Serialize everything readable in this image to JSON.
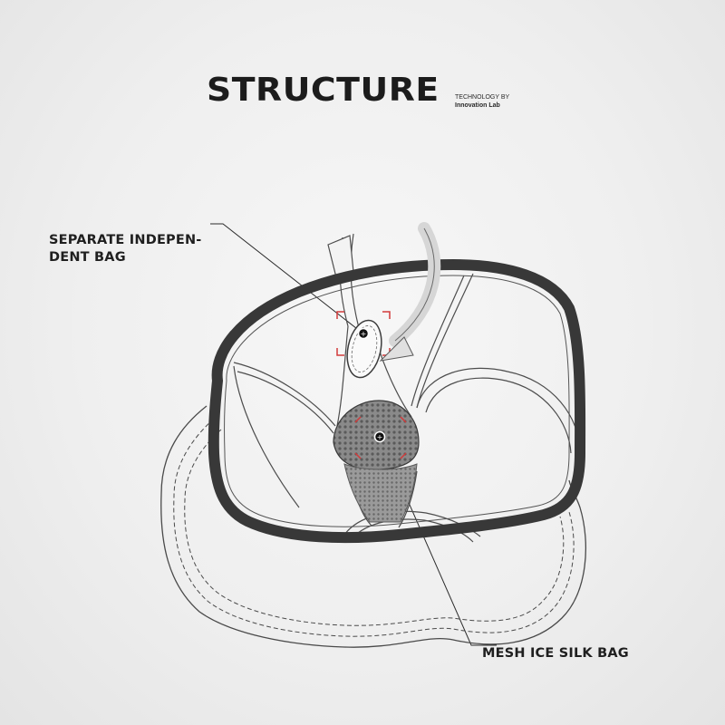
{
  "header": {
    "title": "STRUCTURE",
    "tech_line1": "TECHNOLOGY BY",
    "tech_line2": "Innovation Lab"
  },
  "callouts": {
    "top_left_line1": "SEPARATE INDEPEN-",
    "top_left_line2": "DENT BAG",
    "bottom_right": "MESH ICE SILK BAG"
  },
  "colors": {
    "outline": "#2b2b2b",
    "waistband": "#3a3a3a",
    "mesh": "#7a7a7a",
    "marker_red": "#d23a3a"
  }
}
